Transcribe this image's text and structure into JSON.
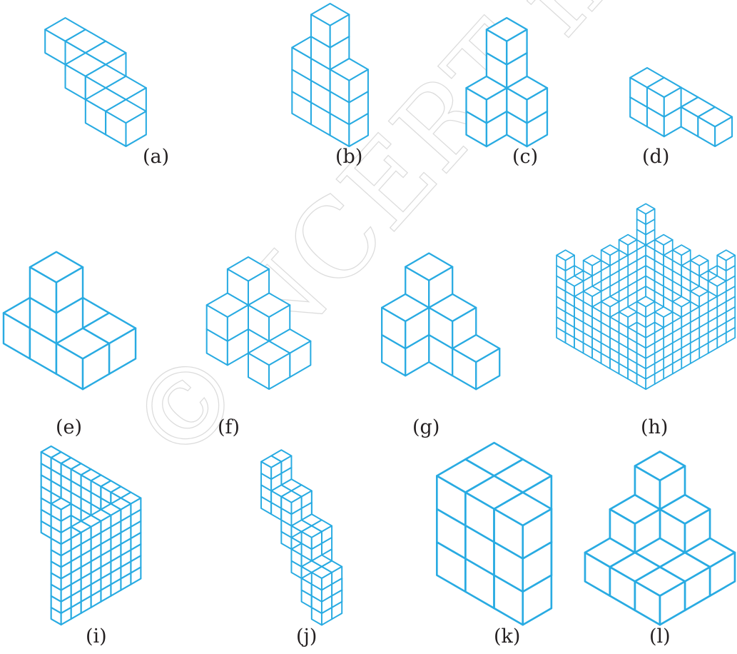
{
  "watermark": {
    "text": "© NCERT not to be republished"
  },
  "figures": [
    {
      "id": "a",
      "label": "(a)",
      "shape": "flat-zigzag-row",
      "cubes": [
        [
          0,
          0,
          0
        ],
        [
          1,
          0,
          0
        ],
        [
          2,
          0,
          0
        ],
        [
          2,
          1,
          0
        ],
        [
          3,
          1,
          0
        ],
        [
          4,
          1,
          0
        ],
        [
          4,
          2,
          0
        ],
        [
          5,
          2,
          0
        ]
      ]
    },
    {
      "id": "b",
      "label": "(b)",
      "shape": "tower-on-slab",
      "cubes": [
        [
          0,
          0,
          0
        ],
        [
          1,
          0,
          0
        ],
        [
          2,
          0,
          0
        ],
        [
          0,
          0,
          1
        ],
        [
          1,
          0,
          1
        ],
        [
          2,
          0,
          1
        ],
        [
          0,
          0,
          2
        ],
        [
          1,
          0,
          2
        ],
        [
          2,
          0,
          2
        ],
        [
          1,
          0,
          3
        ],
        [
          1,
          0,
          4
        ]
      ]
    },
    {
      "id": "c",
      "label": "(c)",
      "shape": "small-tower-stack",
      "cubes": [
        [
          0,
          0,
          0
        ],
        [
          1,
          0,
          0
        ],
        [
          0,
          1,
          0
        ],
        [
          0,
          0,
          1
        ],
        [
          1,
          0,
          1
        ],
        [
          0,
          1,
          1
        ],
        [
          0,
          0,
          2
        ],
        [
          0,
          0,
          3
        ]
      ]
    },
    {
      "id": "d",
      "label": "(d)",
      "shape": "low-step",
      "cubes": [
        [
          0,
          0,
          0
        ],
        [
          1,
          0,
          0
        ],
        [
          2,
          0,
          0
        ],
        [
          3,
          0,
          0
        ],
        [
          0,
          1,
          0
        ],
        [
          1,
          1,
          0
        ],
        [
          0,
          1,
          1
        ],
        [
          1,
          1,
          1
        ]
      ]
    },
    {
      "id": "e",
      "label": "(e)",
      "shape": "stepped-pyramid",
      "cubes": [
        [
          0,
          0,
          0
        ],
        [
          1,
          0,
          0
        ],
        [
          2,
          0,
          0
        ],
        [
          0,
          1,
          0
        ],
        [
          1,
          1,
          0
        ],
        [
          2,
          1,
          0
        ],
        [
          1,
          1,
          1
        ],
        [
          1,
          1,
          2
        ]
      ]
    },
    {
      "id": "f",
      "label": "(f)",
      "shape": "split-block",
      "cubes": [
        [
          0,
          0,
          0
        ],
        [
          1,
          0,
          0
        ],
        [
          0,
          1,
          0
        ],
        [
          0,
          0,
          1
        ],
        [
          1,
          0,
          1
        ],
        [
          0,
          1,
          1
        ],
        [
          0,
          0,
          2
        ],
        [
          2,
          0,
          0
        ],
        [
          2,
          1,
          0
        ]
      ]
    },
    {
      "id": "g",
      "label": "(g)",
      "shape": "corner-tower",
      "cubes": [
        [
          0,
          0,
          0
        ],
        [
          1,
          0,
          0
        ],
        [
          2,
          0,
          0
        ],
        [
          0,
          1,
          0
        ],
        [
          0,
          0,
          1
        ],
        [
          1,
          0,
          1
        ],
        [
          0,
          1,
          1
        ],
        [
          0,
          0,
          2
        ]
      ]
    },
    {
      "id": "h",
      "label": "(h)",
      "shape": "castle-wall"
    },
    {
      "id": "i",
      "label": "(i)",
      "shape": "l-shaped-wall"
    },
    {
      "id": "j",
      "label": "(j)",
      "shape": "twisted-chain"
    },
    {
      "id": "k",
      "label": "(k)",
      "shape": "large-steps",
      "cubes": [
        [
          0,
          0,
          0
        ],
        [
          1,
          0,
          0
        ],
        [
          0,
          1,
          0
        ],
        [
          1,
          1,
          0
        ],
        [
          0,
          0,
          1
        ],
        [
          1,
          0,
          1
        ],
        [
          0,
          1,
          1
        ],
        [
          1,
          1,
          1
        ],
        [
          0,
          0,
          2
        ],
        [
          1,
          0,
          2
        ],
        [
          0,
          1,
          2
        ],
        [
          1,
          1,
          2
        ],
        [
          2,
          1,
          0
        ],
        [
          2,
          1,
          1
        ],
        [
          2,
          1,
          2
        ]
      ]
    },
    {
      "id": "l",
      "label": "(l)",
      "shape": "three-tier-pyramid",
      "cubes": [
        [
          0,
          0,
          0
        ],
        [
          1,
          0,
          0
        ],
        [
          2,
          0,
          0
        ],
        [
          0,
          1,
          0
        ],
        [
          1,
          1,
          0
        ],
        [
          2,
          1,
          0
        ],
        [
          0,
          2,
          0
        ],
        [
          1,
          2,
          0
        ],
        [
          2,
          2,
          0
        ],
        [
          0,
          0,
          1
        ],
        [
          1,
          0,
          1
        ],
        [
          0,
          1,
          1
        ],
        [
          0,
          0,
          2
        ]
      ]
    }
  ]
}
